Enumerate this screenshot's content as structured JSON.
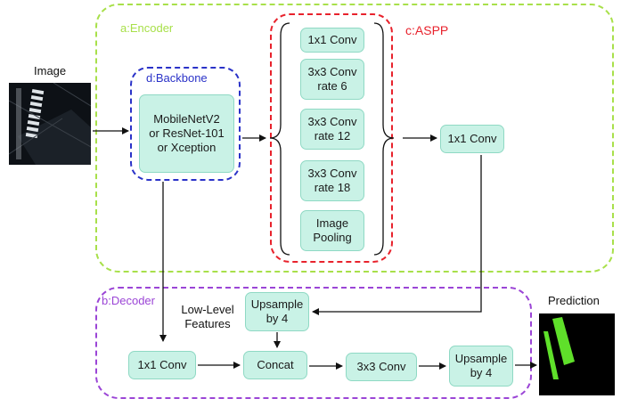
{
  "colors": {
    "encoder": "#a8e04a",
    "aspp": "#e8222c",
    "backbone": "#2a32c8",
    "decoder": "#9b45d6",
    "node_fill": "#c9f2e6",
    "node_border": "#8fd9c4",
    "prediction_mask": "#5fe02a"
  },
  "regions": {
    "encoder": "a:Encoder",
    "aspp": "c:ASPP",
    "backbone": "d:Backbone",
    "decoder": "b:Decoder"
  },
  "input_label": "Image",
  "output_label": "Prediction",
  "backbone_node": "MobileNetV2\nor ResNet-101\nor  Xception",
  "aspp_nodes": [
    "1x1 Conv",
    "3x3 Conv\nrate 6",
    "3x3 Conv\nrate 12",
    "3x3 Conv\nrate 18",
    "Image\nPooling"
  ],
  "encoder_out_node": "1x1 Conv",
  "low_level_label": "Low-Level\nFeatures",
  "decoder_nodes": {
    "upsample_top": "Upsample\nby 4",
    "conv1x1": "1x1 Conv",
    "concat": "Concat",
    "conv3x3": "3x3 Conv",
    "upsample_out": "Upsample\nby 4"
  }
}
